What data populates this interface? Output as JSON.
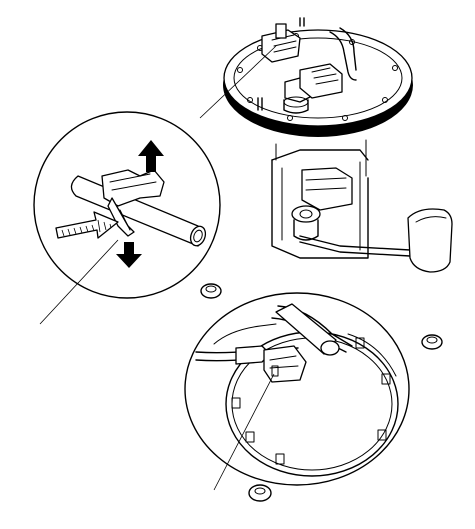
{
  "figure": {
    "kind": "technical illustration",
    "background": "#ffffff",
    "ink": "#000000",
    "labels": []
  },
  "icons": {
    "pull_up_arrow": "arrow-up",
    "push_down_arrow": "arrow-down",
    "press_arrow": "hatched-arrow-right"
  }
}
